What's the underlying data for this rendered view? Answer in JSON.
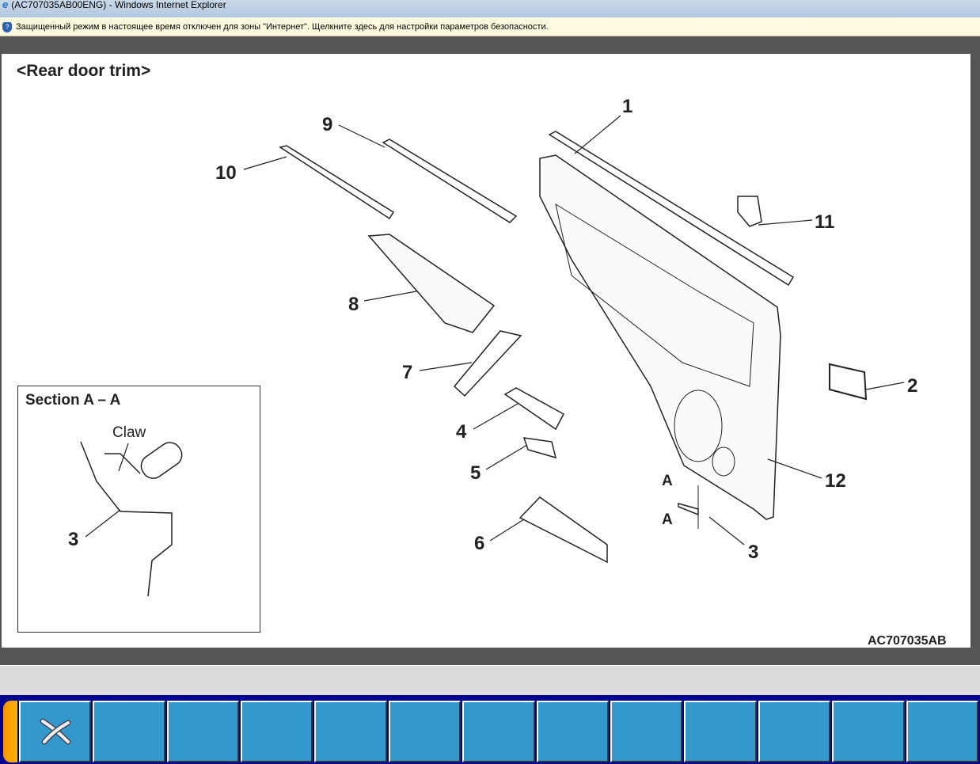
{
  "window": {
    "title": "(AC707035AB00ENG) - Windows Internet Explorer"
  },
  "infobar": {
    "text": "Защищенный режим в настоящее время отключен для зоны \"Интернет\".  Щелкните здесь для настройки параметров безопасности."
  },
  "diagram": {
    "title": "<Rear door trim>",
    "code": "AC707035AB",
    "callouts": [
      "1",
      "2",
      "3",
      "4",
      "5",
      "6",
      "7",
      "8",
      "9",
      "10",
      "11",
      "12"
    ],
    "section_marker": "A",
    "section": {
      "title": "Section A – A",
      "claw": "Claw",
      "callout": "3"
    }
  },
  "toolbar": {
    "buttons": [
      "close",
      "",
      "",
      "",
      "",
      "",
      "",
      "",
      "",
      "",
      "",
      "",
      ""
    ]
  }
}
